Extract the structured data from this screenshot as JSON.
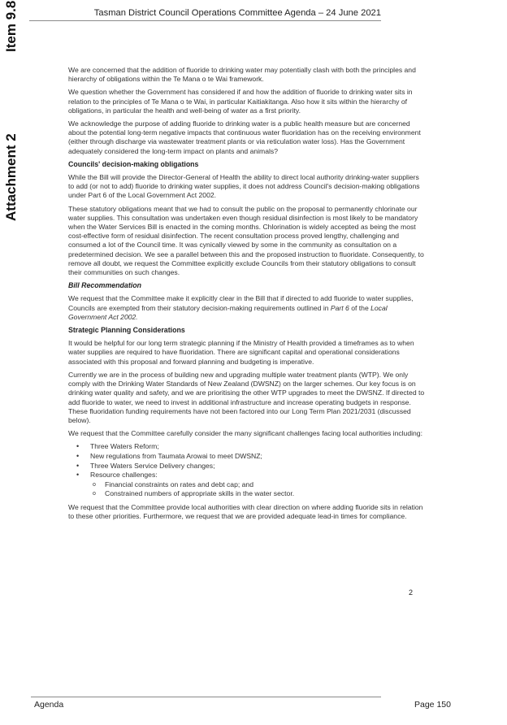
{
  "side_labels": {
    "item": "Item 9.8",
    "attachment": "Attachment 2"
  },
  "header": {
    "title": "Tasman District Council Operations Committee Agenda – 24 June 2021"
  },
  "body": {
    "p1": "We are concerned that the addition of fluoride to drinking water may potentially clash with both the principles and hierarchy of obligations within the Te Mana o te Wai framework.",
    "p2": "We question whether the Government has considered if and how the addition of fluoride to drinking water sits in relation to the principles of Te Mana o te Wai, in particular Kaitiakitanga.  Also how it sits within the hierarchy of obligations, in particular the health and well-being of water as a first priority.",
    "p3": "We acknowledge the purpose of adding fluoride to drinking water is a public health measure but are concerned about the potential long-term negative impacts that continuous water fluoridation has on the receiving environment (either through discharge via wastewater treatment plants or via reticulation water loss). Has the Government adequately considered the long-term impact on plants and animals?",
    "h1": "Councils' decision-making obligations",
    "p4": "While the Bill will provide the Director-General of Health the ability to direct local authority drinking-water suppliers to add (or not to add) fluoride to drinking water supplies, it does not address Council's decision-making obligations under Part 6 of the Local Government Act 2002.",
    "p5": "These statutory obligations meant that we had to consult the public on the proposal to permanently chlorinate our water supplies. This consultation was undertaken even though residual disinfection is most likely to be mandatory when the Water Services Bill is enacted in the coming months. Chlorination is widely accepted as being the most cost-effective form of residual disinfection. The recent consultation process proved lengthy, challenging and consumed a lot of the Council time. It was cynically viewed by some in the community as consultation on a predetermined decision. We see a parallel between this and the proposed instruction to fluoridate. Consequently, to remove all doubt, we request the Committee explicitly exclude Councils from their statutory obligations to consult their communities on such changes.",
    "h2": "Bill Recommendation",
    "p6_a": "We request that the Committee make it explicitly clear in the Bill that if directed to add fluoride to water supplies, Councils are exempted from their statutory decision-making requirements outlined in ",
    "p6_italic1": "Part 6",
    "p6_b": " of the ",
    "p6_italic2": "Local Government Act 2002.",
    "h3": "Strategic Planning Considerations",
    "p7": "It would be helpful for our long term strategic planning if the Ministry of Health provided a timeframes as to when water supplies are required to have fluoridation. There are significant capital and operational considerations associated with this proposal and forward planning and budgeting is imperative.",
    "p8": "Currently we are in the process of building new and upgrading multiple water treatment plants (WTP). We only comply with the Drinking Water Standards of New Zealand (DWSNZ) on the larger schemes. Our key focus is on drinking water quality and safety, and we are prioritising the other WTP upgrades to meet the DWSNZ. If directed to add fluoride to water, we need to invest in additional infrastructure and increase operating budgets in response. These fluoridation funding requirements have not been factored into our Long Term Plan 2021/2031 (discussed below).",
    "p9": "We request that the Committee carefully consider the many significant challenges facing local authorities including:",
    "list": [
      "Three Waters Reform;",
      "New regulations from Taumata Arowai to meet DWSNZ;",
      "Three Waters Service Delivery changes;",
      "Resource challenges:"
    ],
    "sublist": [
      "Financial constraints on rates and debt cap; and",
      "Constrained numbers of appropriate skills in the water sector."
    ],
    "p10": "We request that the Committee provide local authorities with clear direction on where adding fluoride sits in relation to these other priorities. Furthermore, we request that we are provided adequate lead-in times for compliance."
  },
  "page_number": "2",
  "footer": {
    "left": "Agenda",
    "right": "Page 150"
  }
}
